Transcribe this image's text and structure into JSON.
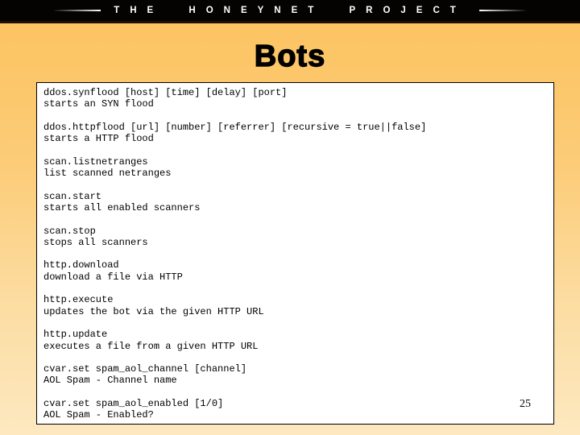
{
  "banner": {
    "brand": "THE HONEYNET PROJECT"
  },
  "slide": {
    "title": "Bots",
    "page_number": "25",
    "commands": [
      {
        "command": "ddos.synflood [host] [time] [delay] [port]",
        "description": "starts an SYN flood"
      },
      {
        "command": "ddos.httpflood [url] [number] [referrer] [recursive = true||false]",
        "description": "starts a HTTP flood"
      },
      {
        "command": "scan.listnetranges",
        "description": "list scanned netranges"
      },
      {
        "command": "scan.start",
        "description": "starts all enabled scanners"
      },
      {
        "command": "scan.stop",
        "description": "stops all scanners"
      },
      {
        "command": "http.download",
        "description": "download a file via HTTP"
      },
      {
        "command": "http.execute",
        "description": "updates the bot via the given HTTP URL"
      },
      {
        "command": "http.update",
        "description": "executes a file from a given HTTP URL"
      },
      {
        "command": "cvar.set spam_aol_channel [channel]",
        "description": "AOL Spam - Channel name"
      },
      {
        "command": "cvar.set spam_aol_enabled [1/0]",
        "description": "AOL Spam - Enabled?"
      }
    ]
  },
  "colors": {
    "background_top": "#fcc25e",
    "background_bottom": "#fde8c0",
    "banner_background": "#040302",
    "banner_text": "#ffffff",
    "box_background": "#ffffff",
    "box_border": "#000000",
    "text": "#000000"
  }
}
